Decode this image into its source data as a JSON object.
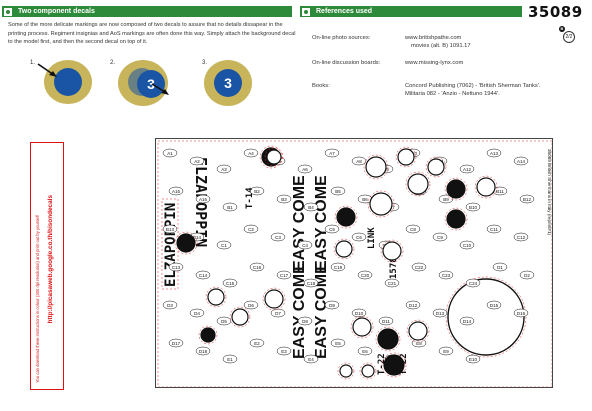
{
  "header": {
    "left_title": "Two component decals",
    "right_title": "References used",
    "product_code": "35089",
    "page_badge": "2/2",
    "page_badge_b": "B"
  },
  "intro": {
    "text": "Some of the more delicate markings are now composed of two decals to assure that no details dissapear in the printing process. Regiment insignias and AoS markings are often done this way. Simply attach the background decal to the model first, and then the second decal on top of it."
  },
  "steps": [
    {
      "label": "1.",
      "number": ""
    },
    {
      "label": "2.",
      "number": "3"
    },
    {
      "label": "3.",
      "number": "3"
    }
  ],
  "references": {
    "photo_label": "On-line photo sources:",
    "photo_value_1": "www.britishpathe.com",
    "photo_value_2": "movies (alt. B) 1091.17",
    "forum_label": "On-line discussion boards:",
    "forum_value": "www.missing-lynx.com",
    "books_label": "Books:",
    "books_value_1": "Concord Publishing (7062) - 'British Sherman Tanks'.",
    "books_value_2": "Militaria 082 -  'Anzio - Nettuno 1944'."
  },
  "download": {
    "url": "http://picasaweb.google.co.th/bisondecals",
    "note": "You can download these instructions in colour (300 dpi resolution) and print out by yourself"
  },
  "sheet": {
    "side_text": "35089 British Shermans in Italy (reprint#1)",
    "words": [
      "ELZAPOPPIN",
      "ELZAPOPPIN",
      "EASY COME",
      "EASY COME",
      "EASY COME",
      "EASY COME",
      "LINK",
      "T-22",
      "T-22",
      "T-14",
      "1578"
    ],
    "codes": [
      "A1",
      "A2",
      "A3",
      "A4",
      "A5",
      "A6",
      "A7",
      "A8",
      "A9",
      "A10",
      "A11",
      "A12",
      "A13",
      "A14",
      "A15",
      "A16",
      "B1",
      "B2",
      "B3",
      "B4",
      "B5",
      "B6",
      "B7",
      "B8",
      "B9",
      "B10",
      "B11",
      "B12",
      "B13",
      "B14",
      "C1",
      "C2",
      "C3",
      "C4",
      "C5",
      "C6",
      "C7",
      "C8",
      "C9",
      "C10",
      "C11",
      "C12",
      "C13",
      "C14",
      "C15",
      "C16",
      "C17",
      "C18",
      "C19",
      "C20",
      "C21",
      "C22",
      "C23",
      "C24",
      "D1",
      "D2",
      "D3",
      "D4",
      "D5",
      "D6",
      "D7",
      "D8",
      "D9",
      "D10",
      "D11",
      "D12",
      "D13",
      "D14",
      "D15",
      "D16",
      "D17",
      "D18",
      "E1",
      "E2",
      "E3",
      "E4",
      "E5",
      "E6",
      "E7",
      "E8",
      "E9",
      "E10"
    ]
  }
}
